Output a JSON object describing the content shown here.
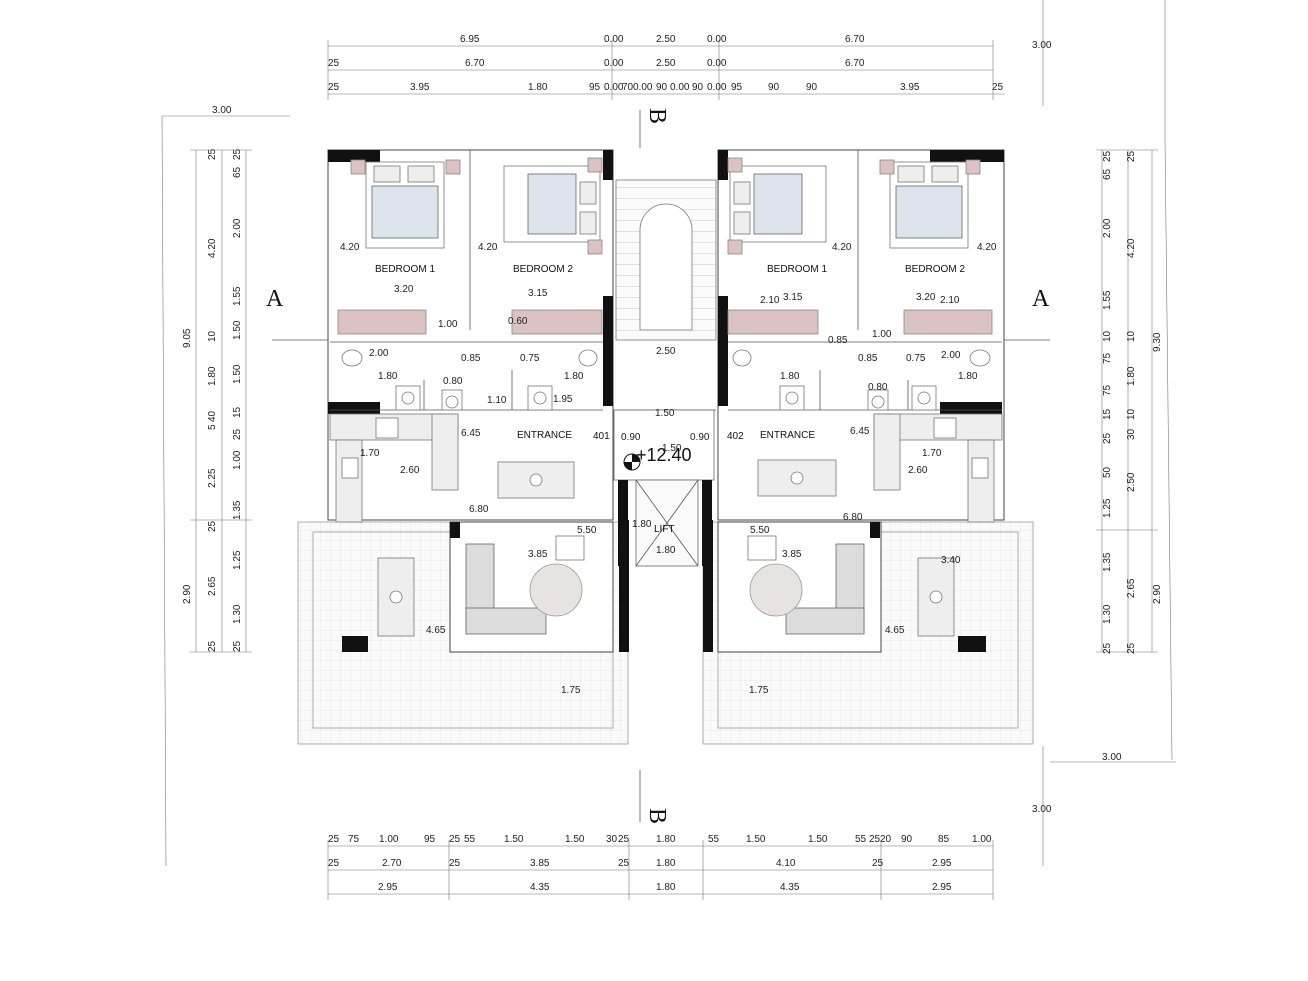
{
  "dims": {
    "top_row1": [
      "6.95",
      "0.00",
      "2.50",
      "0.00",
      "6.70"
    ],
    "top_row2": [
      "25",
      "6.70",
      "0.00",
      "2.50",
      "0.00",
      "6.70"
    ],
    "top_row3": [
      "25",
      "3.95",
      "1.80",
      "95",
      "0.00",
      "70",
      "0.00",
      "90",
      "0.00",
      "90",
      "0.00",
      "95",
      "90",
      "90",
      "3.95",
      "25"
    ],
    "top_right": "3.00",
    "top_left_offset": "3.00",
    "bottom_row1": [
      "25",
      "75",
      "1.00",
      "95",
      "25",
      "55",
      "1.50",
      "1.50",
      "30",
      "25",
      "1.80",
      "55",
      "1.50",
      "1.50",
      "55",
      "25",
      "20",
      "90",
      "85",
      "1.00"
    ],
    "bottom_row2": [
      "25",
      "2.70",
      "25",
      "3.85",
      "25",
      "1.80",
      "4.10",
      "25",
      "2.95"
    ],
    "bottom_row3": [
      "2.95",
      "4.35",
      "1.80",
      "4.35",
      "2.95"
    ],
    "bottom_right_top": "3.00",
    "bottom_right": "3.00",
    "left_outer": [
      "9.05",
      "2.90"
    ],
    "left_mid": [
      "25",
      "4.20",
      "10",
      "1.80",
      "5",
      "40",
      "2.25",
      "25",
      "2.65",
      "25"
    ],
    "left_inner": [
      "25",
      "65",
      "2.00",
      "1.55",
      "1.50",
      "1.50",
      "15",
      "25",
      "1.00",
      "1.35",
      "1.25",
      "1.30",
      "25"
    ],
    "right_outer": [
      "9.30",
      "2.90"
    ],
    "right_mid": [
      "25",
      "4.20",
      "10",
      "1.80",
      "10",
      "30",
      "2.50",
      "2.65",
      "25"
    ],
    "right_inner": [
      "25",
      "65",
      "2.00",
      "1.55",
      "10",
      "75",
      "75",
      "15",
      "25",
      "50",
      "1.25",
      "1.35",
      "1.30",
      "25"
    ]
  },
  "rooms": {
    "bedroom1_left": "BEDROOM 1",
    "bedroom2_left": "BEDROOM 2",
    "bedroom1_right": "BEDROOM 1",
    "bedroom2_right": "BEDROOM 2",
    "entrance_left": "ENTRANCE",
    "entrance_right": "ENTRANCE",
    "lift": "LIFT",
    "unit_left": "401",
    "unit_right": "402"
  },
  "interior": {
    "left": [
      "4.20",
      "4.20",
      "3.20",
      "3.15",
      "1.00",
      "0.60",
      "2.00",
      "0.85",
      "0.75",
      "1.80",
      "0.80",
      "1.10",
      "1.95",
      "1.80",
      "6.45",
      "1.70",
      "2.60",
      "6.80",
      "5.50",
      "3.85",
      "4.65",
      "1.75"
    ],
    "right": [
      "2.10",
      "3.15",
      "4.20",
      "4.20",
      "3.20",
      "2.10",
      "1.00",
      "0.85",
      "0.85",
      "0.75",
      "2.00",
      "1.80",
      "0.80",
      "1.80",
      "6.45",
      "1.70",
      "2.60",
      "6.80",
      "5.50",
      "3.85",
      "3.40",
      "4.65",
      "1.75"
    ],
    "core": [
      "2.50",
      "1.50",
      "0.90",
      "1.50",
      "0.90",
      "1.80",
      "1.80"
    ]
  },
  "section_marks": {
    "a": "A",
    "b": "B"
  },
  "elevation": "+12.40"
}
